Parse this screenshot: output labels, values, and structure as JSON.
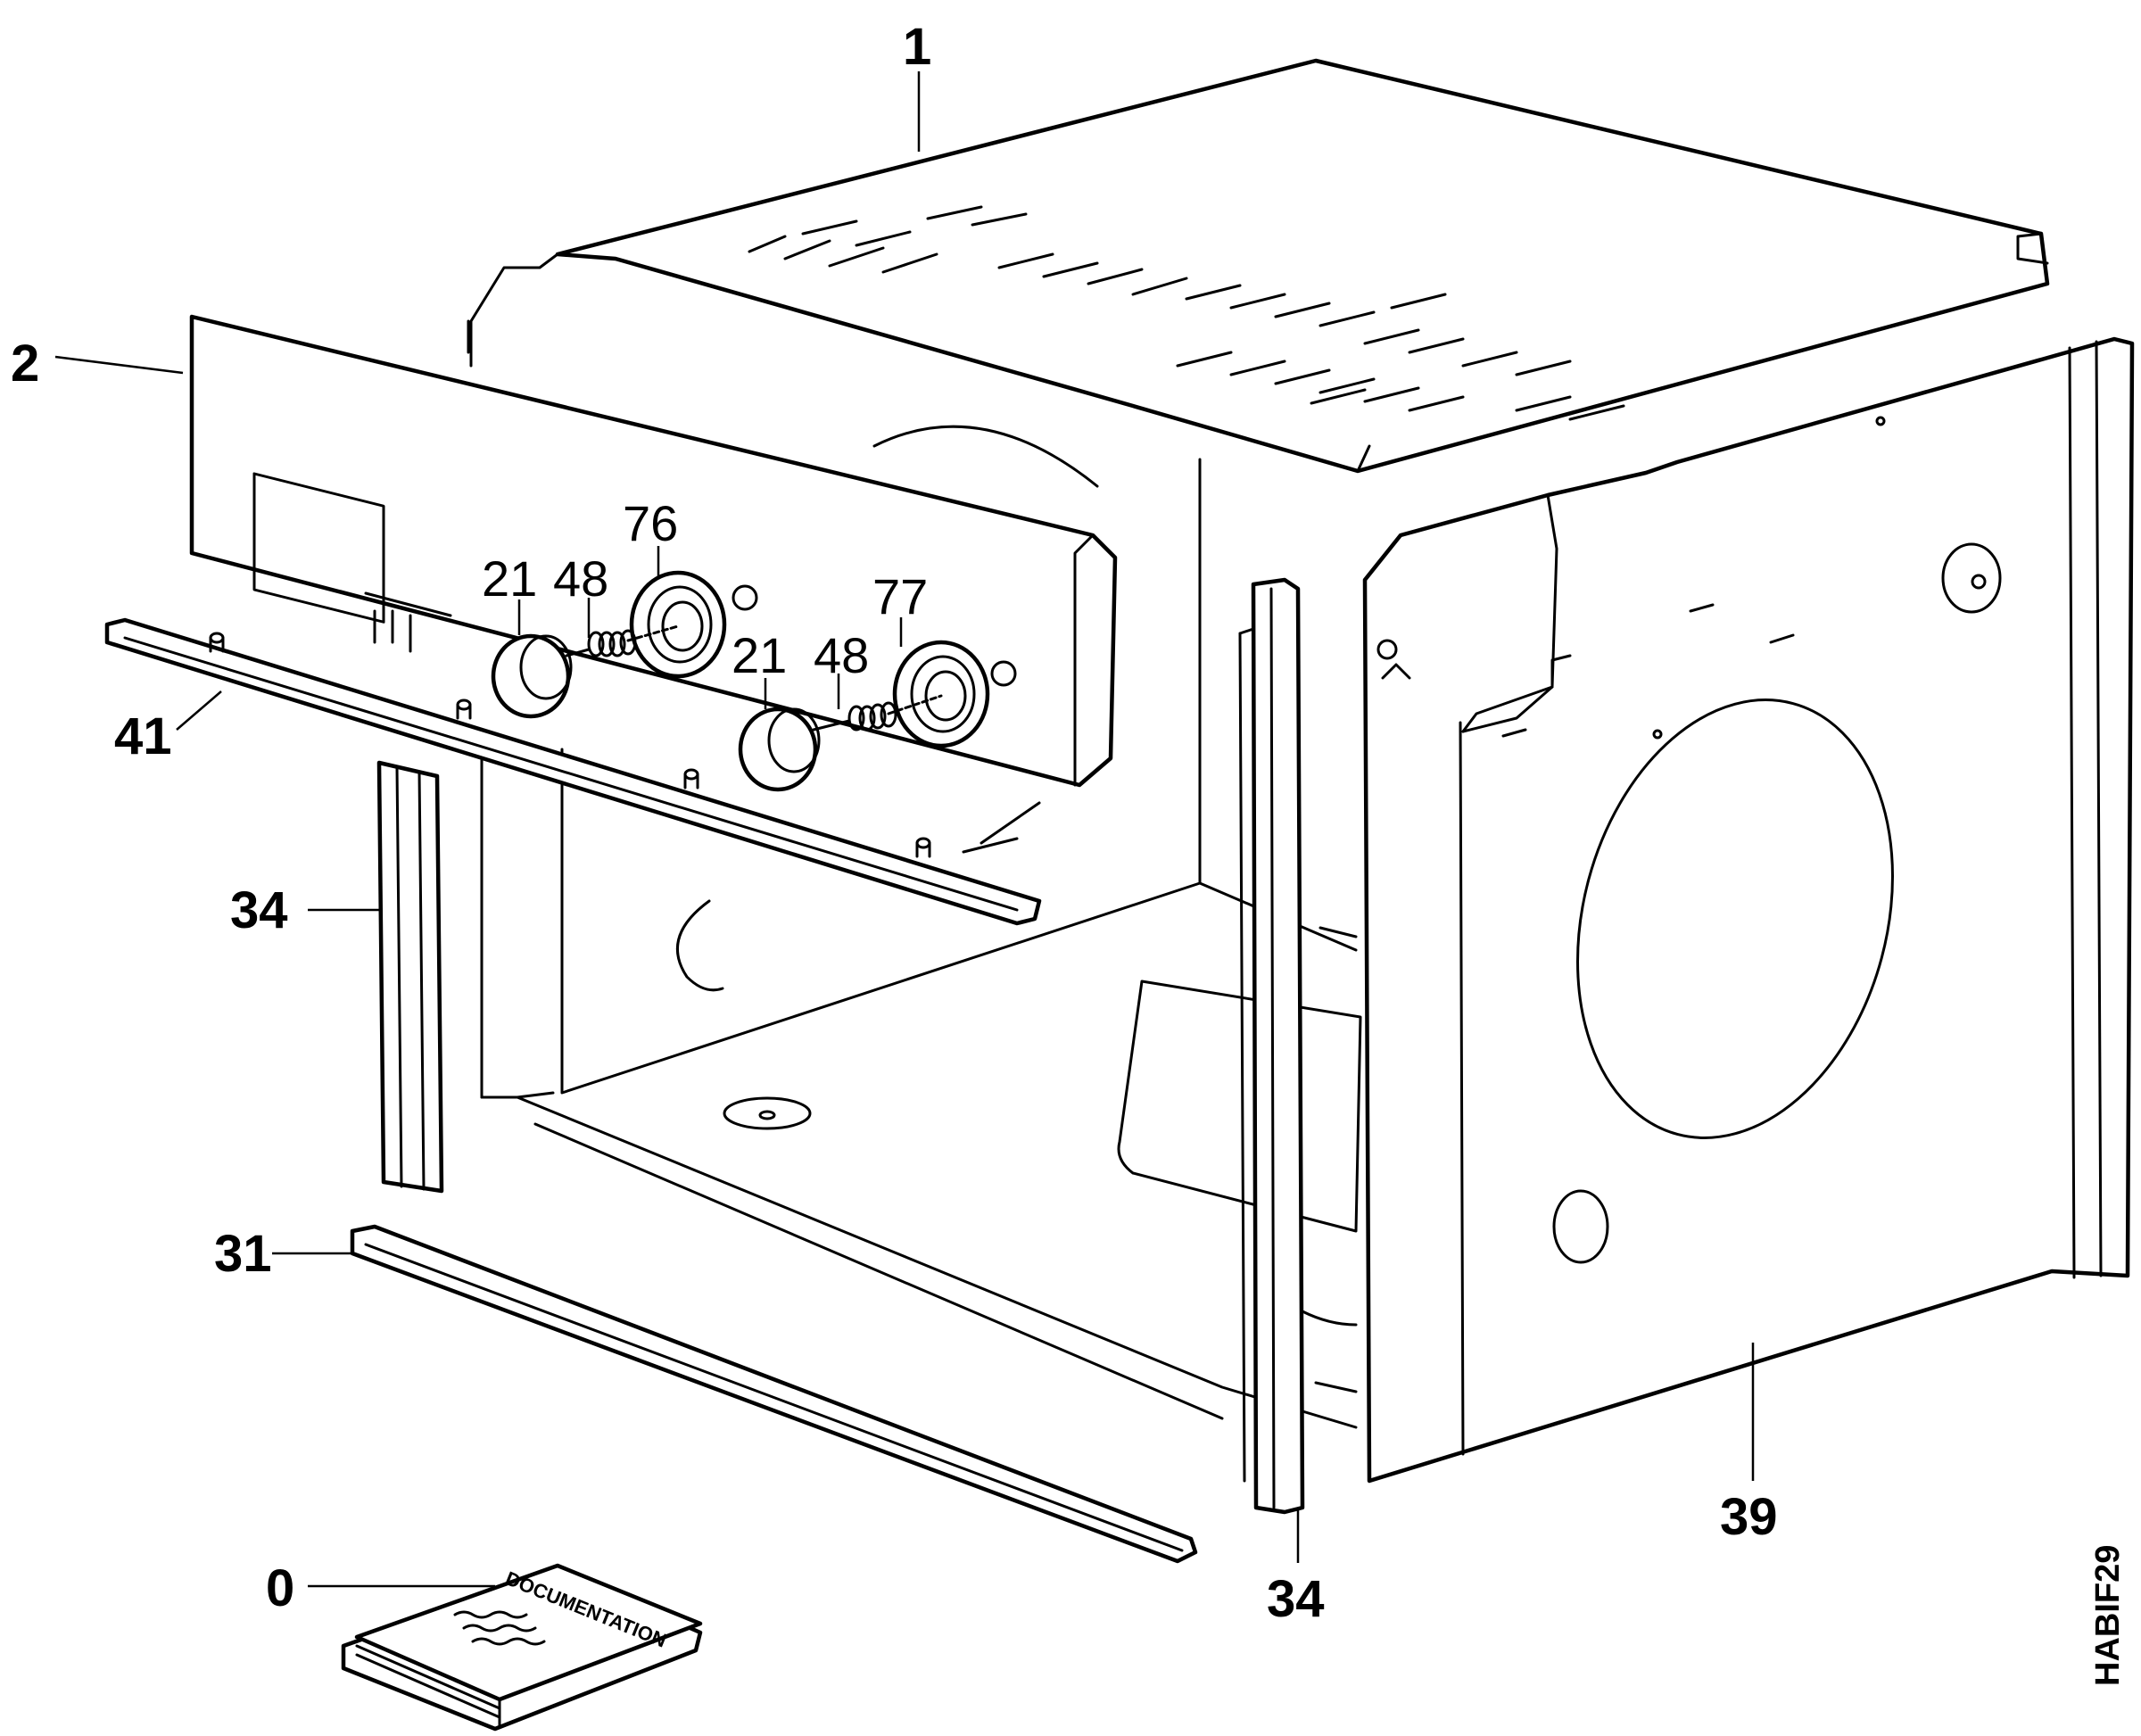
{
  "drawing_code": "HABIF29",
  "book_text": "DOCUMENTATION",
  "labels": {
    "top_cover": "1",
    "control_panel": "2",
    "knob_left": "21",
    "spring_left": "48",
    "bezel_left": "76",
    "knob_right": "21",
    "spring_right": "48",
    "bezel_right": "77",
    "panel_rail": "41",
    "side_trim_left": "34",
    "bottom_rail": "31",
    "side_trim_right": "34",
    "side_panel": "39",
    "documentation": "0"
  }
}
